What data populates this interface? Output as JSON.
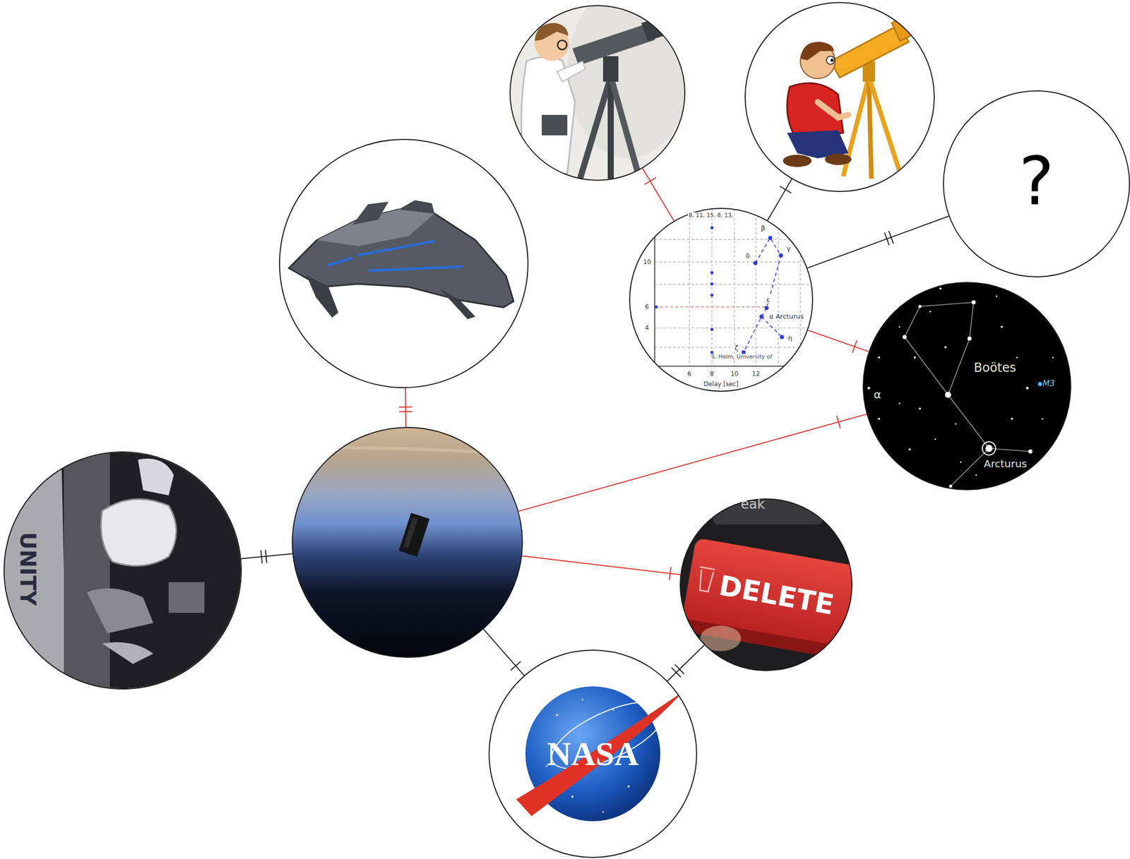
{
  "diagram": {
    "nodes": [
      {
        "text": []
      },
      {
        "text": []
      },
      {
        "text": [
          "?"
        ]
      },
      {
        "text": []
      },
      {
        "text": [
          "8, 11, 15, 8, 13,",
          "β",
          "δ",
          "γ",
          "ε",
          "α Arcturus",
          "η",
          "ζ",
          "10",
          "6",
          "4",
          "S. Holm, University of",
          "6",
          "8",
          "10",
          "12",
          "Delay [sec]"
        ]
      },
      {
        "text": [
          "Boötes",
          "M3",
          "α",
          "Arcturus"
        ]
      },
      {
        "text": [
          "UNITY"
        ]
      },
      {
        "text": []
      },
      {
        "text": [
          "eak",
          "DELETE"
        ]
      },
      {
        "text": [
          "NASA"
        ]
      }
    ],
    "edges": [
      {
        "from": 3,
        "to": 7,
        "arrow": "none"
      },
      {
        "from": 6,
        "to": 7,
        "arrow": "none"
      },
      {
        "from": 7,
        "to": 5,
        "arrow": "none"
      },
      {
        "from": 7,
        "to": 8,
        "arrow": "none"
      },
      {
        "from": 7,
        "to": 9,
        "arrow": "none"
      },
      {
        "from": 9,
        "to": 8,
        "arrow": "none"
      },
      {
        "from": 4,
        "to": 0,
        "arrow": "none"
      },
      {
        "from": 4,
        "to": 1,
        "arrow": "none"
      },
      {
        "from": 4,
        "to": 2,
        "arrow": "none"
      },
      {
        "from": 4,
        "to": 5,
        "arrow": "none"
      }
    ]
  }
}
